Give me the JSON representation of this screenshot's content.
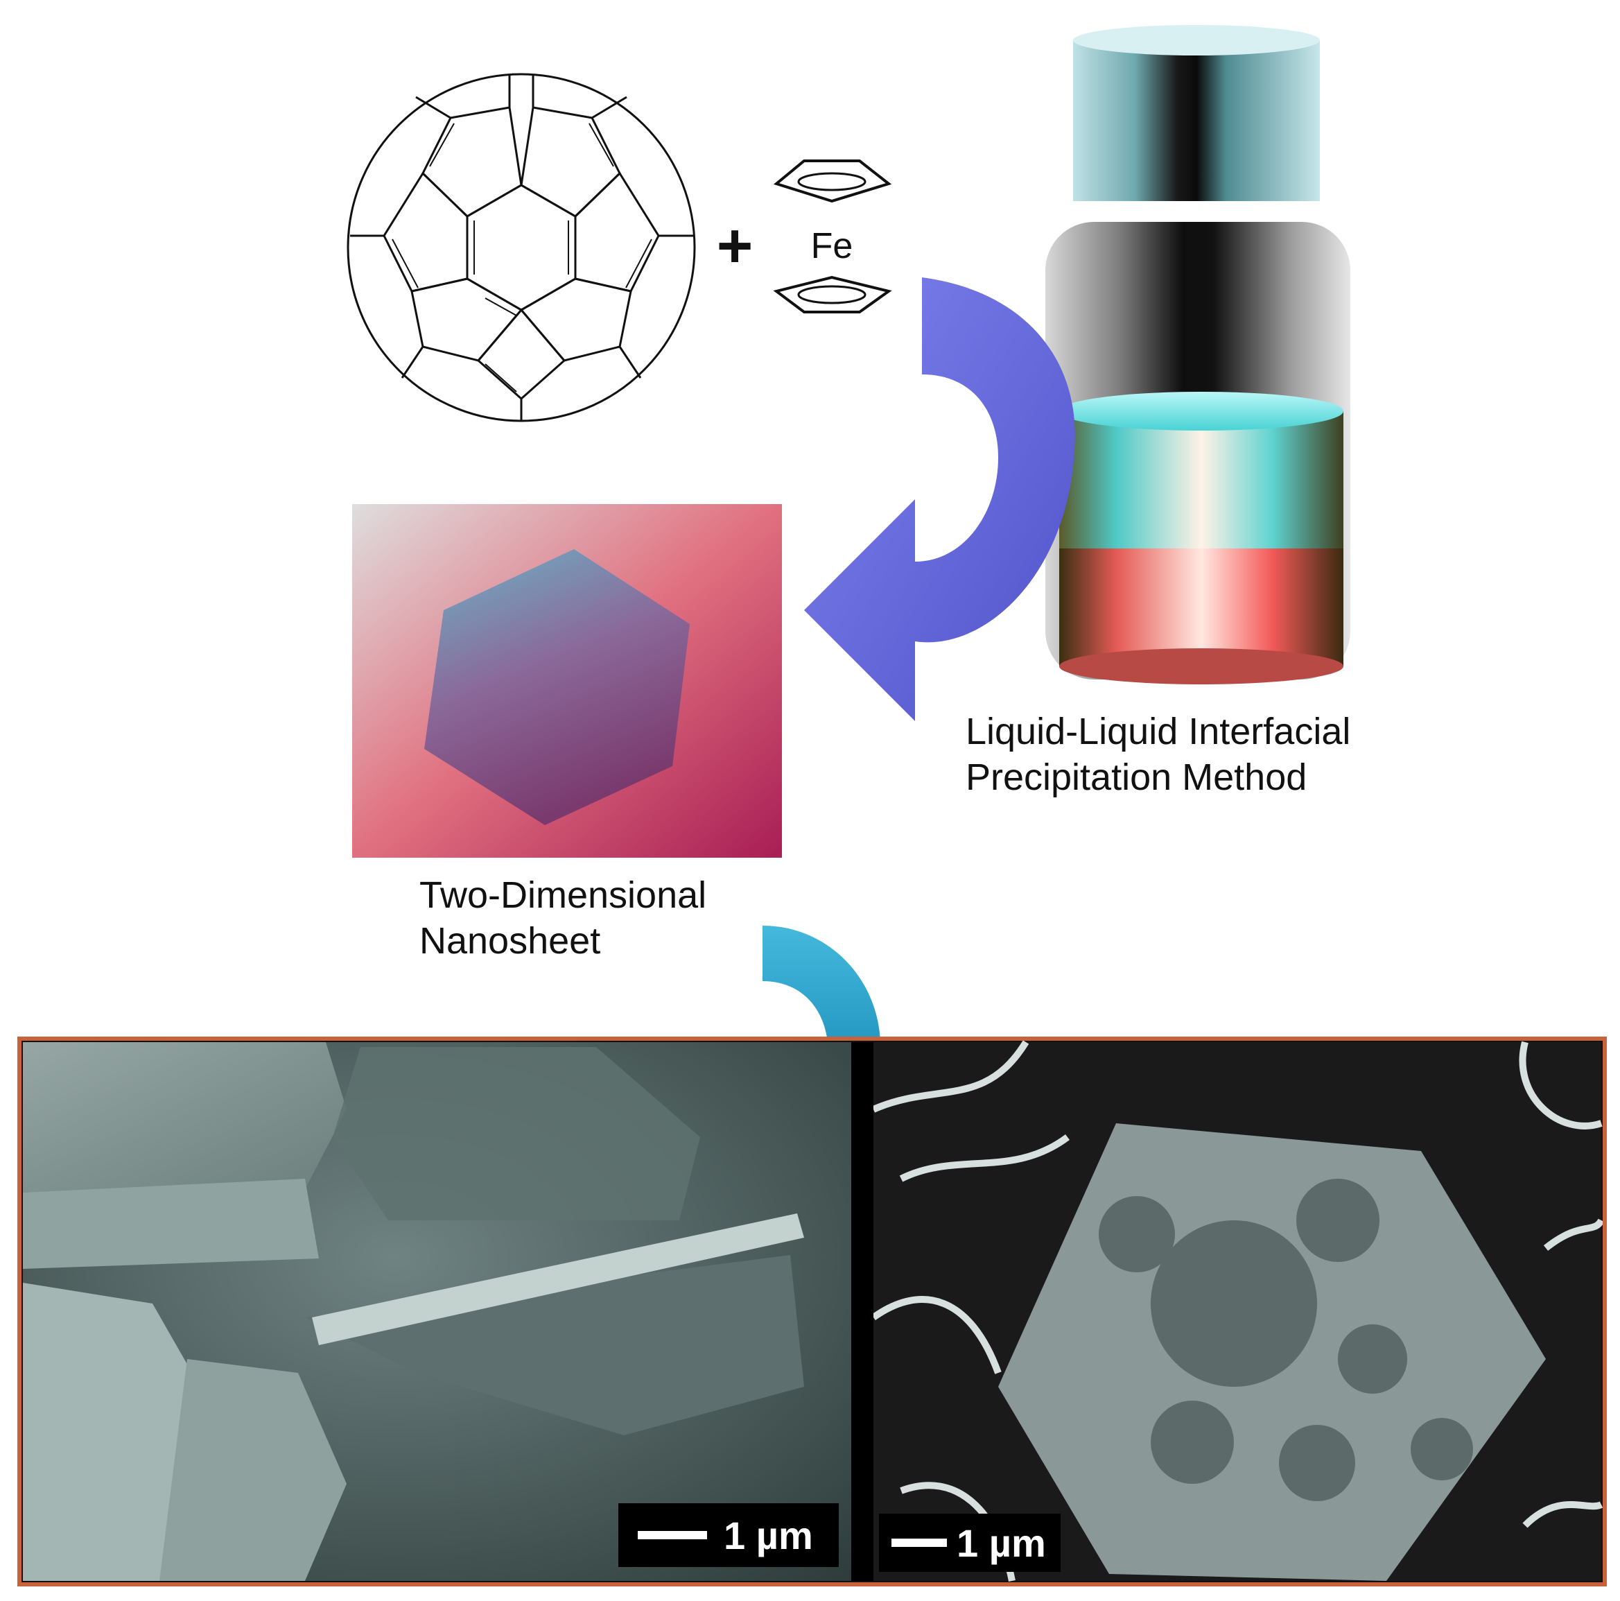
{
  "reagents": {
    "plus_sign": "+",
    "metal_label": "Fe",
    "molecule_icon": "fullerene-c60-icon",
    "complex_icon": "ferrocene-icon"
  },
  "method": {
    "line1": "Liquid-Liquid Interfacial",
    "line2": "Precipitation Method",
    "vial_icon": "two-phase-vial-icon"
  },
  "product": {
    "line1": "Two-Dimensional",
    "line2": "Nanosheet",
    "icon": "hexagonal-nanosheet-icon"
  },
  "micrographs": {
    "left_scale": "1 µm",
    "right_scale": "1 µm",
    "frame_color": "#c8623a"
  },
  "colors": {
    "arrow_purple": "#6b6fe0",
    "arrow_cyan": "#1aa0c8",
    "sheet_pink": "#d9506e"
  }
}
